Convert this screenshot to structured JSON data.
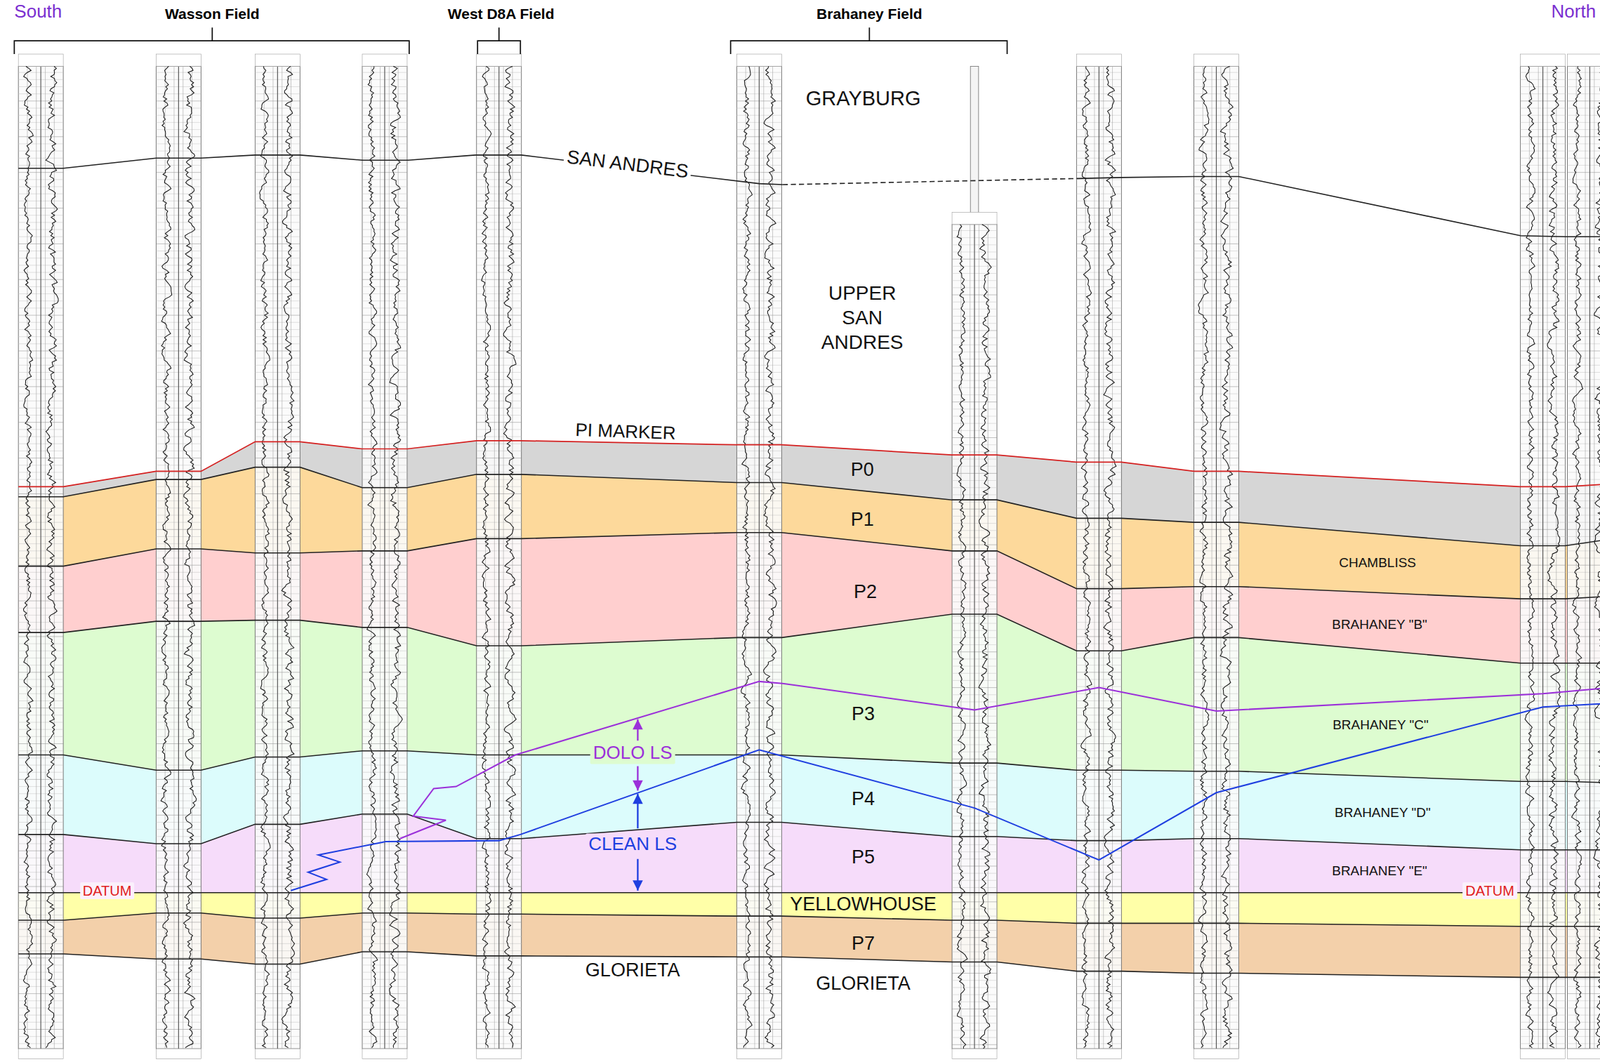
{
  "diagram": {
    "labels": [
      "South",
      "North",
      "Wasson Field",
      "West D8A Field",
      "Brahaney Field",
      "GRAYBURG",
      "SAN ANDRES",
      "UPPER SAN ANDRES",
      "PI MARKER",
      "P0",
      "P1",
      "CHAMBLISS",
      "P2",
      "BRAHANEY \"B\"",
      "P3",
      "BRAHANEY \"C\"",
      "DOLO LS",
      "P4",
      "BRAHANEY \"D\"",
      "CLEAN LS",
      "P5",
      "BRAHANEY \"E\"",
      "DATUM",
      "DATUM",
      "YELLOWHOUSE",
      "P7",
      "GLORIETA",
      "GLORIETA"
    ]
  }
}
